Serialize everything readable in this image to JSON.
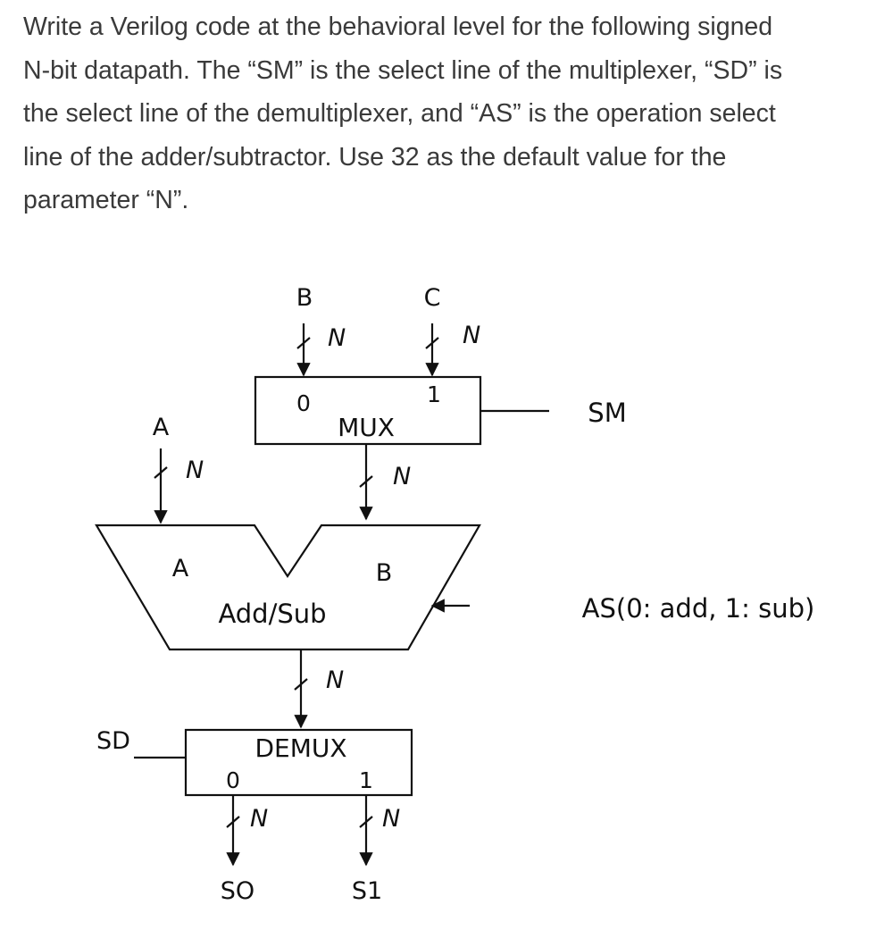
{
  "question": {
    "lines": [
      "Write a Verilog code at the behavioral level for the following signed",
      "N-bit datapath. The “SM” is the select line of the multiplexer, “SD” is",
      "the select line of the demultiplexer, and “AS” is the operation select",
      "line of the adder/subtractor. Use 32 as the default value for the",
      "parameter “N”."
    ]
  },
  "diagram": {
    "mux": {
      "title": "MUX",
      "in0_label": "0",
      "in1_label": "1",
      "select_label": "SM"
    },
    "inputs": {
      "b": "B",
      "c": "C",
      "a": "A"
    },
    "bus_width": "N",
    "addsub": {
      "title": "Add/Sub",
      "port_a": "A",
      "port_b": "B",
      "select_label": "AS(0: add, 1: sub)"
    },
    "demux": {
      "title": "DEMUX",
      "out0_label": "0",
      "out1_label": "1",
      "select_label": "SD"
    },
    "outputs": {
      "s0": "SO",
      "s1": "S1"
    }
  }
}
